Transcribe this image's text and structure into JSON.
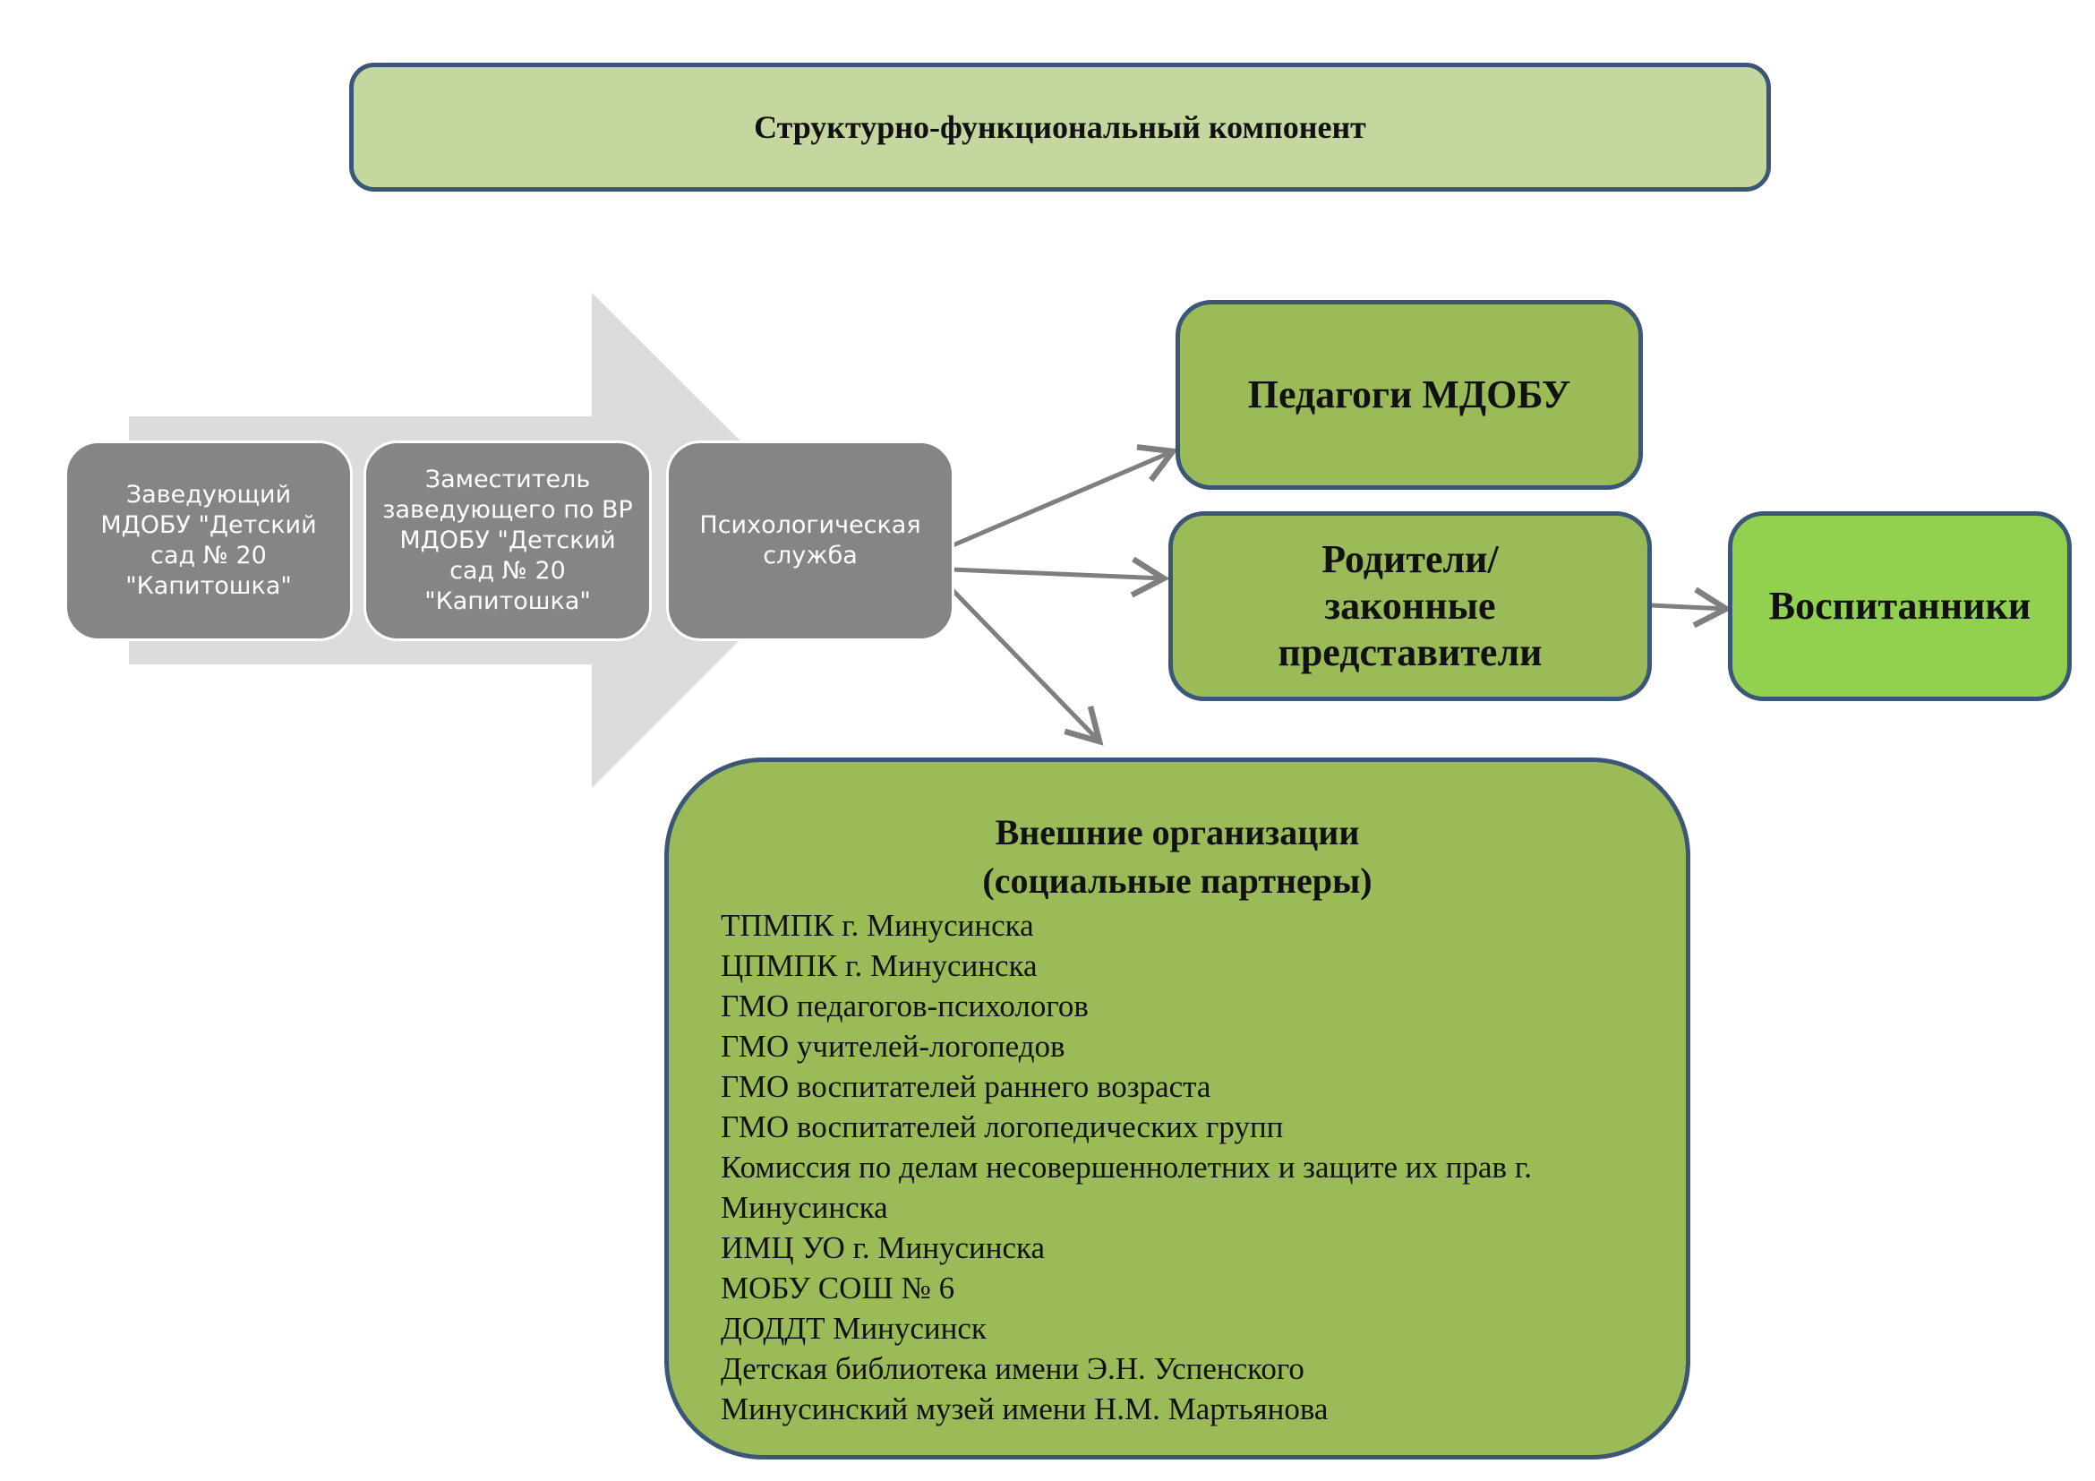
{
  "title": "Структурно-функциональный компонент",
  "chain": [
    "Заведующий МДОБУ \"Детский сад № 20 \"Капитошка\"",
    "Заместитель заведующего по ВР МДОБУ \"Детский сад № 20 \"Капитошка\"",
    "Психологическая служба"
  ],
  "targets": {
    "teachers": "Педагоги МДОБУ",
    "parents": "Родители/ законные представители",
    "pupils": "Воспитанники"
  },
  "partners": {
    "title_line1": "Внешние организации",
    "title_line2": "(социальные партнеры)",
    "items": [
      "ТПМПК г. Минусинска",
      "ЦПМПК г. Минусинска",
      "ГМО педагогов-психологов",
      "ГМО учителей-логопедов",
      "ГМО воспитателей раннего возраста",
      "ГМО воспитателей логопедических групп",
      "Комиссия по делам несовершеннолетних и защите их прав г. Минусинска",
      "ИМЦ УО г. Минусинска",
      "МОБУ СОШ № 6",
      "ДОДДТ Минусинск",
      "Детская библиотека имени Э.Н. Успенского",
      "Минусинский музей имени Н.М. Мартьянова"
    ]
  },
  "colors": {
    "title_fill": "#c4d79f",
    "box_fill": "#9bbb59",
    "pupils_fill": "#92d050",
    "border": "#3b5677",
    "grey": "#858585",
    "big_arrow": "#dcdcdc",
    "connector": "#7f7f7f"
  }
}
